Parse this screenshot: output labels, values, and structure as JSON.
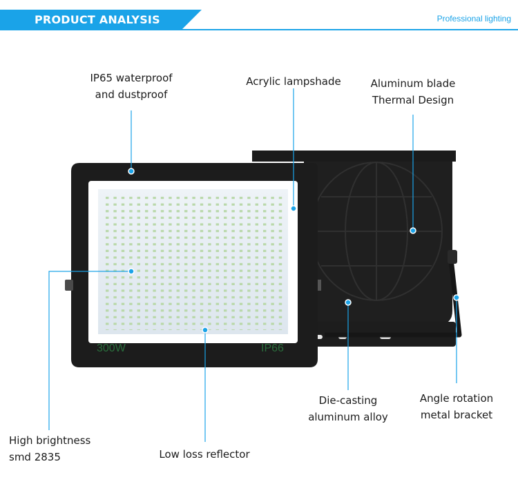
{
  "header": {
    "title": "PRODUCT ANALYSIS",
    "tagline": "Professional lighting",
    "accent_color": "#1aa3e8"
  },
  "product": {
    "front_marking_wattage": "300W",
    "front_marking_rating": "IP66"
  },
  "callouts": {
    "ip65": [
      "IP65 waterproof",
      "and dustproof"
    ],
    "acrylic": [
      "Acrylic lampshade"
    ],
    "aluminum": [
      "Aluminum blade",
      "Thermal Design"
    ],
    "diecasting": [
      "Die-casting",
      "aluminum alloy"
    ],
    "bracket": [
      "Angle rotation",
      "metal bracket"
    ],
    "brightness": [
      "High brightness",
      "smd 2835"
    ],
    "reflector": [
      "Low loss reflector"
    ]
  }
}
